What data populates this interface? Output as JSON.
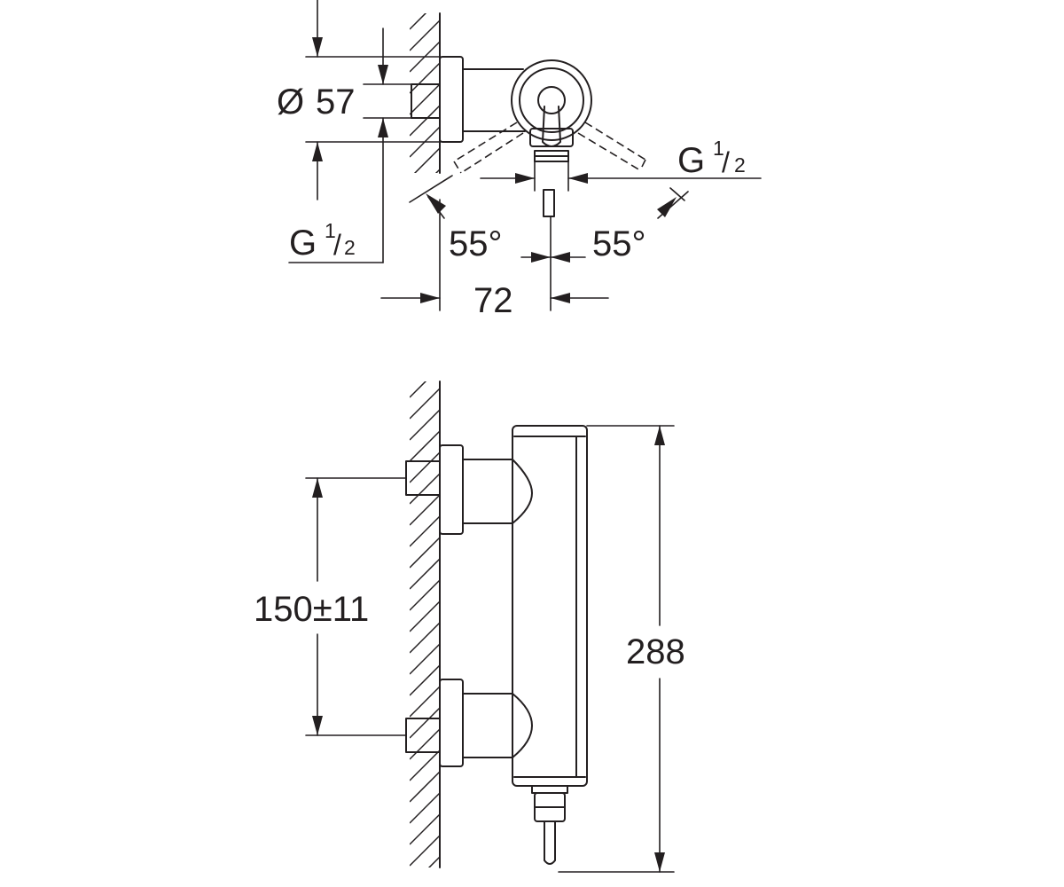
{
  "top_view": {
    "diameter_symbol": "Ø",
    "diameter": "57",
    "thread_right": {
      "letter": "G",
      "num": "1",
      "slash": "/",
      "den": "2"
    },
    "thread_left": {
      "letter": "G",
      "num": "1",
      "slash": "/",
      "den": "2"
    },
    "angle_left": "55°",
    "angle_right": "55°",
    "depth": "72"
  },
  "front_view": {
    "inlet_spacing": "150±11",
    "height": "288"
  }
}
